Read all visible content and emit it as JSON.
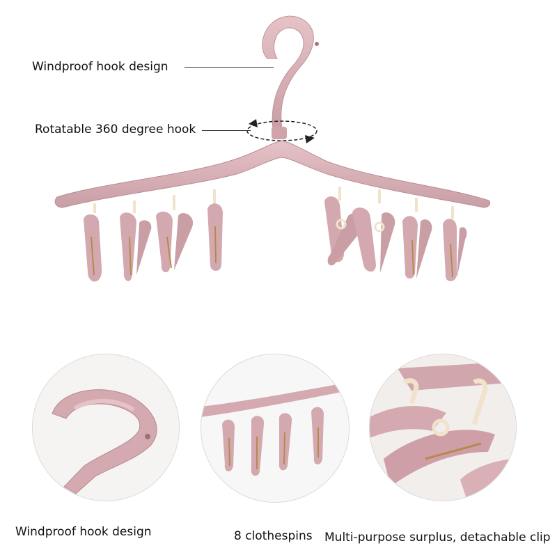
{
  "callouts": {
    "hook": "Windproof hook design",
    "rotate": "Rotatable 360 degree hook"
  },
  "details": [
    {
      "caption": "Windproof hook design"
    },
    {
      "caption": "8 clothespins"
    },
    {
      "caption": "Multi-purpose surplus, detachable clip"
    }
  ],
  "colors": {
    "hanger": "#d9b0b6",
    "hanger_dark": "#c2949b",
    "clip_inner": "#b58a4d",
    "ring": "#f3e6cf"
  }
}
